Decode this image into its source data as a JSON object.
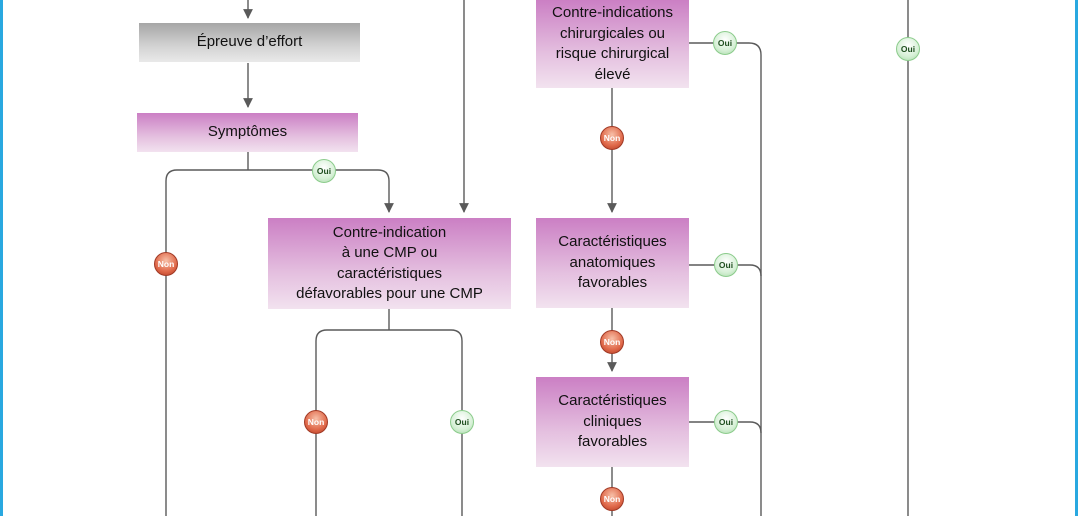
{
  "nodes": {
    "epreuve": "Épreuve d’effort",
    "symptomes": "Symptômes",
    "ci_cmp": "Contre-indication\nà une CMP ou\ncaractéristiques\ndéfavorables pour une CMP",
    "ci_chir": "Contre-indications\nchirurgicales ou\nrisque chirurgical\nélevé",
    "anat": "Caractéristiques\nanatomiques\nfavorables",
    "clin": "Caractéristiques\ncliniques\nfavorables"
  },
  "labels": {
    "yes": "Oui",
    "no": "Non"
  },
  "colors": {
    "frame": "#29a8e0",
    "connector": "#5a5a5a",
    "oui_badge": "#d6f0d6",
    "non_badge": "#d4573a"
  }
}
